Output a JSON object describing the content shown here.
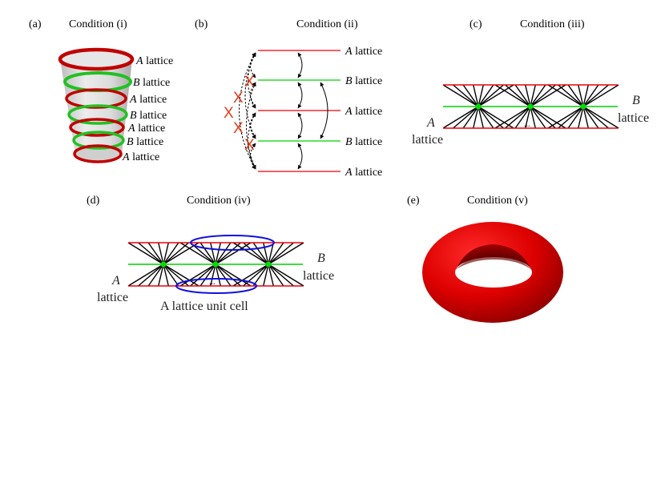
{
  "panels": {
    "a": {
      "letter": "(a)",
      "title": "Condition (i)",
      "label_A": "A",
      "label_B": "B",
      "label_word": "lattice"
    },
    "b": {
      "letter": "(b)",
      "title": "Condition (ii)",
      "label_A": "A",
      "label_B": "B",
      "label_word": "lattice",
      "cross": "X"
    },
    "c": {
      "letter": "(c)",
      "title": "Condition (iii)",
      "label_A": "A",
      "label_B": "B",
      "label_word": "lattice",
      "dots": "..."
    },
    "d": {
      "letter": "(d)",
      "title": "Condition (iv)",
      "label_A": "A",
      "label_B": "B",
      "label_word": "lattice",
      "unit_cell": "A lattice unit cell",
      "dots": "..."
    },
    "e": {
      "letter": "(e)",
      "title": "Condition (v)"
    }
  },
  "colors": {
    "a_lattice": "#e8000b",
    "b_lattice": "#00d000",
    "ring_red": "#c00000",
    "ring_green": "#22c022",
    "cross": "#e03c1e",
    "unit_cell": "#1010e0",
    "torus": "#dd0000",
    "cone": "#d8d8d8"
  }
}
